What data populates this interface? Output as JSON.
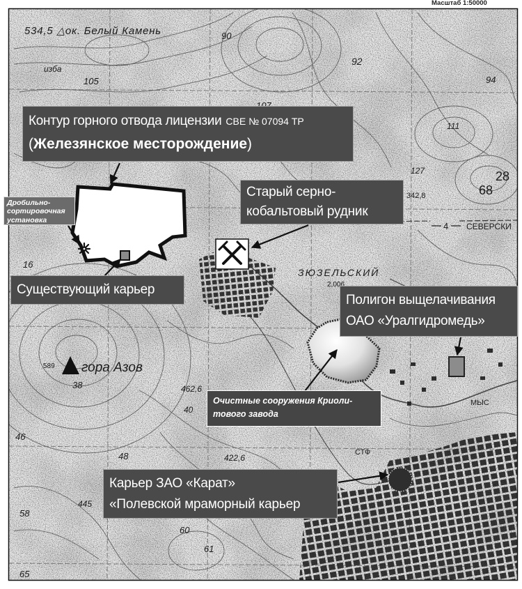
{
  "scale_text": "Масштаб 1:50000",
  "labels": {
    "license_contour": {
      "line1": "Контур горного отвода лицензии",
      "license_no": "СВЕ № 07094 ТР",
      "paren_open": "(",
      "deposit": "Железянское месторождение",
      "paren_close": ")"
    },
    "old_mine": {
      "line1": "Старый серно-",
      "line2": "кобальтовый рудник"
    },
    "crusher": {
      "line1": "Дробильно-",
      "line2": "сортировочная",
      "line3": "установка"
    },
    "existing_quarry": {
      "line1": "Существующий карьер"
    },
    "leaching_site": {
      "line1": "Полигон выщелачивания",
      "line2": "ОАО «Уралгидромедь»"
    },
    "treatment_facilities": {
      "line1": "Очистные сооружения Криоли-",
      "line2": "тового завода"
    },
    "karat_quarry": {
      "line1": "Карьер ЗАО «Карат»",
      "line2": "«Полевской мраморный карьер"
    }
  },
  "map_text": {
    "peak_belyi_kamen": "534,5 △ок. Белый Камень",
    "hut": "изба",
    "mount_azov": "гора Азов",
    "mount_azov_height": "589",
    "settlement": "ЗЮЗЕЛЬСКИЙ",
    "settlement_note": "2,006",
    "road_number": "4",
    "road_direction": "СЕВЕРСКИ",
    "mys": "МЫС",
    "stf": "СТФ",
    "heights": [
      "90",
      "105",
      "107",
      "92",
      "94",
      "111",
      "127",
      "342,8",
      "28",
      "68",
      "16",
      "38",
      "462,6",
      "40",
      "48",
      "422,6",
      "46",
      "58",
      "445",
      "60",
      "61",
      "65"
    ]
  },
  "icons": {
    "mine": "crossed-hammers-icon",
    "crusher": "crusher-asterisk-icon",
    "quarry": "quarry-square-icon",
    "peak": "peak-triangle-icon",
    "leaching_marker": "leaching-marker-icon",
    "karat_quarry": "quarry-circle-icon"
  },
  "colors": {
    "label_bg": "#4a4a4a",
    "label_border": "#a3a3a3",
    "label_text": "#ffffff",
    "map_bg": "#e8e8e8",
    "frame": "#111111"
  }
}
